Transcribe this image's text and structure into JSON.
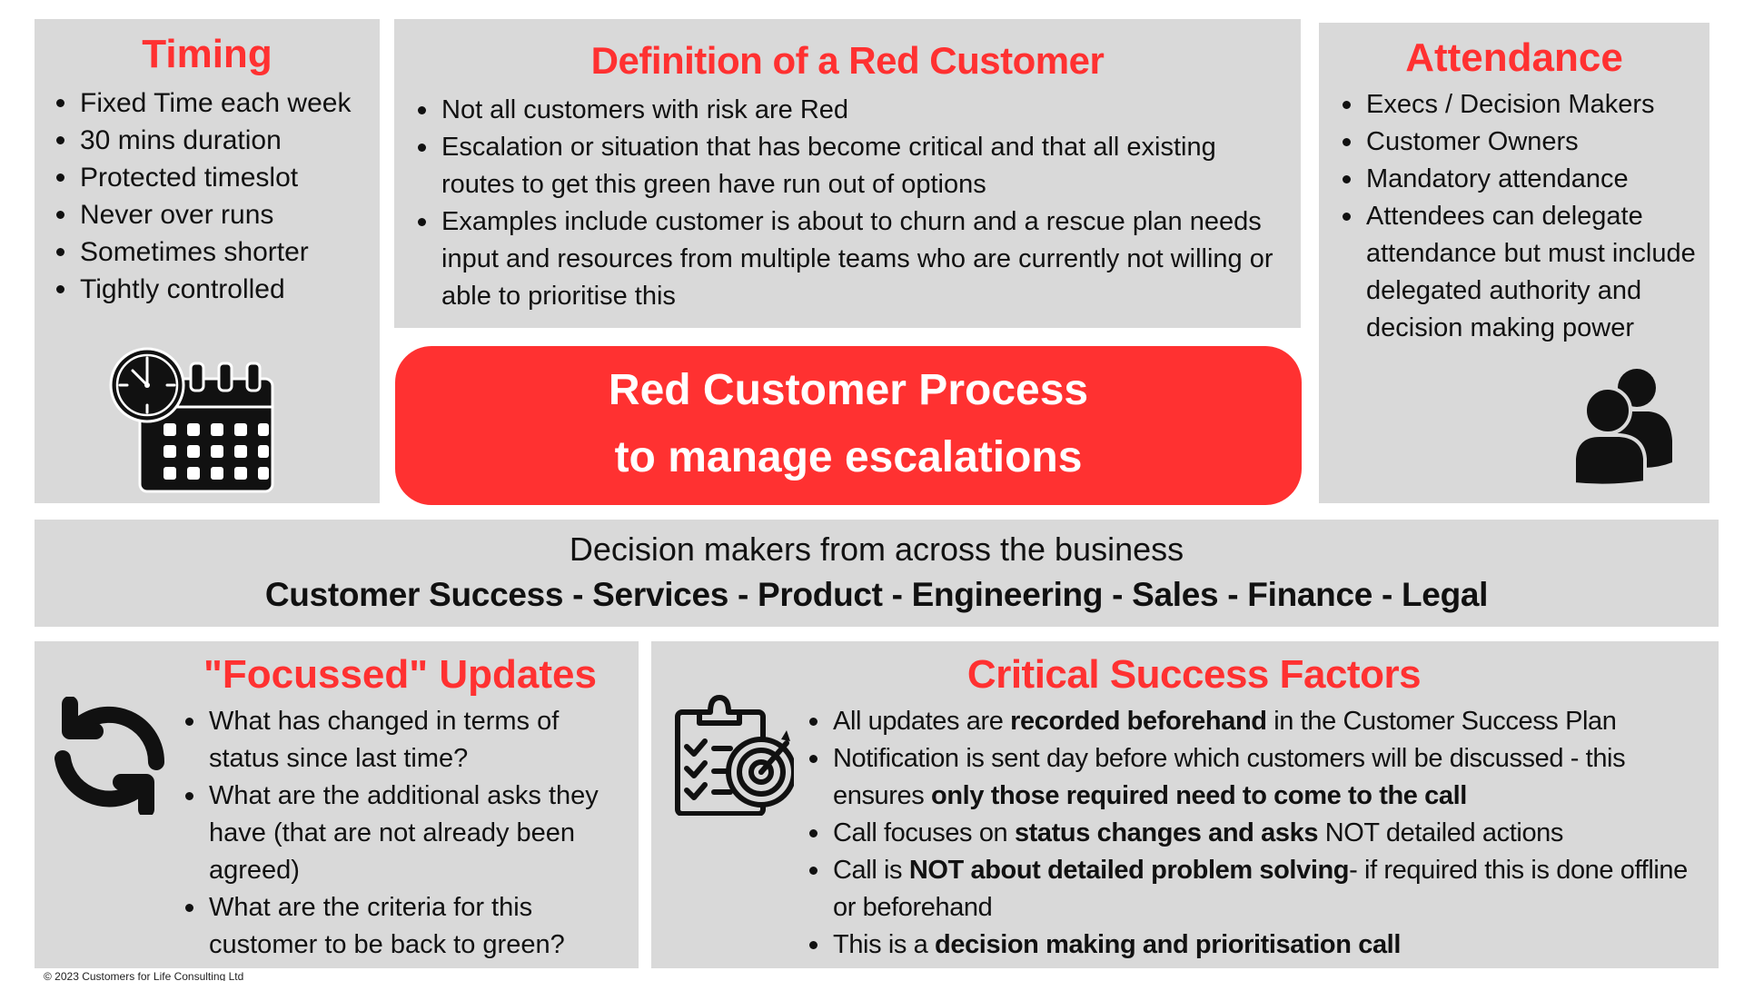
{
  "colors": {
    "accent_red": "#ff3131",
    "panel_gray": "#d9d9d9",
    "text": "#111111",
    "hero_text": "#ffffff"
  },
  "timing": {
    "title": "Timing",
    "items": [
      "Fixed Time each week",
      "30 mins duration",
      "Protected timeslot",
      "Never over runs",
      "Sometimes shorter",
      "Tightly controlled"
    ],
    "icon": "clock-calendar-icon"
  },
  "definition": {
    "title": "Definition of a Red Customer",
    "items": [
      "Not all customers with risk are Red",
      "Escalation or situation that has become critical and that all existing routes to get this green have run out of options",
      " Examples include customer is about to churn and a rescue plan needs input and resources from multiple teams who are currently not willing or able to prioritise this"
    ]
  },
  "hero": {
    "line1": "Red Customer Process",
    "line2": "to manage escalations"
  },
  "attendance": {
    "title": "Attendance",
    "items": [
      "Execs / Decision Makers",
      "Customer Owners",
      "Mandatory attendance",
      "Attendees can delegate attendance but must include delegated authority and decision making power"
    ],
    "icon": "people-icon"
  },
  "business": {
    "line1": "Decision makers from across the business",
    "line2": "Customer Success - Services - Product - Engineering - Sales - Finance - Legal"
  },
  "updates": {
    "title": "\"Focussed\" Updates",
    "items": [
      "What has changed in terms of status since last time?",
      "What are the additional asks they have (that are not already been agreed)",
      "What are the criteria for this customer to be back to green?"
    ],
    "icon": "refresh-icon"
  },
  "csf": {
    "title": "Critical Success Factors",
    "items": [
      {
        "pre": "All updates are ",
        "bold": "recorded beforehand",
        "post": " in the Customer Success Plan"
      },
      {
        "pre": "Notification is sent day before which customers will be discussed - this ensures ",
        "bold": "only those required need to come to the call",
        "post": ""
      },
      {
        "pre": "Call focuses on ",
        "bold": "status changes and asks",
        "post": " NOT detailed actions"
      },
      {
        "pre": "Call is ",
        "bold": "NOT about detailed problem solving",
        "post": "- if required this is done offline or beforehand"
      },
      {
        "pre": "This is a ",
        "bold": "decision making and prioritisation call",
        "post": ""
      }
    ],
    "icon": "clipboard-target-icon"
  },
  "footer": {
    "copyright": "© 2023 Customers for Life Consulting Ltd"
  }
}
